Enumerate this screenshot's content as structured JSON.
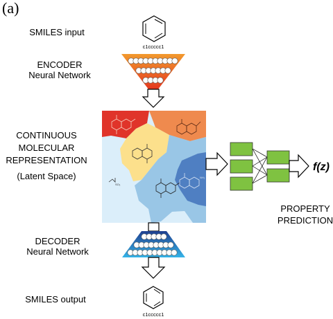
{
  "panel_label": "(a)",
  "labels": {
    "smiles_input": "SMILES input",
    "encoder_line1": "ENCODER",
    "encoder_line2": "Neural Network",
    "latent_line1": "CONTINUOUS",
    "latent_line2": "MOLECULAR",
    "latent_line3": "REPRESENTATION",
    "latent_line4": "(Latent Space)",
    "decoder_line1": "DECODER",
    "decoder_line2": "Neural Network",
    "smiles_output": "SMILES output",
    "property_line1": "PROPERTY",
    "property_line2": "PREDICTION",
    "fz": "f(z)"
  },
  "smiles_in": "c1ccccc1",
  "smiles_out": "c1ccccc1",
  "chem_labels": {
    "so3": "SO₃",
    "nh2": "NH₂"
  },
  "colors": {
    "encoder_top": "#f29a2e",
    "encoder_bottom": "#e2261c",
    "decoder_top": "#1f3f8f",
    "decoder_bottom": "#35b4e8",
    "latent_red": "#e0342a",
    "latent_orange": "#ef8a4e",
    "latent_yellow": "#fce08c",
    "latent_lightblue": "#99c6e6",
    "latent_darkblue": "#4f7fc2",
    "latent_bg": "#dbeefa",
    "predictor_green": "#7fc241"
  }
}
